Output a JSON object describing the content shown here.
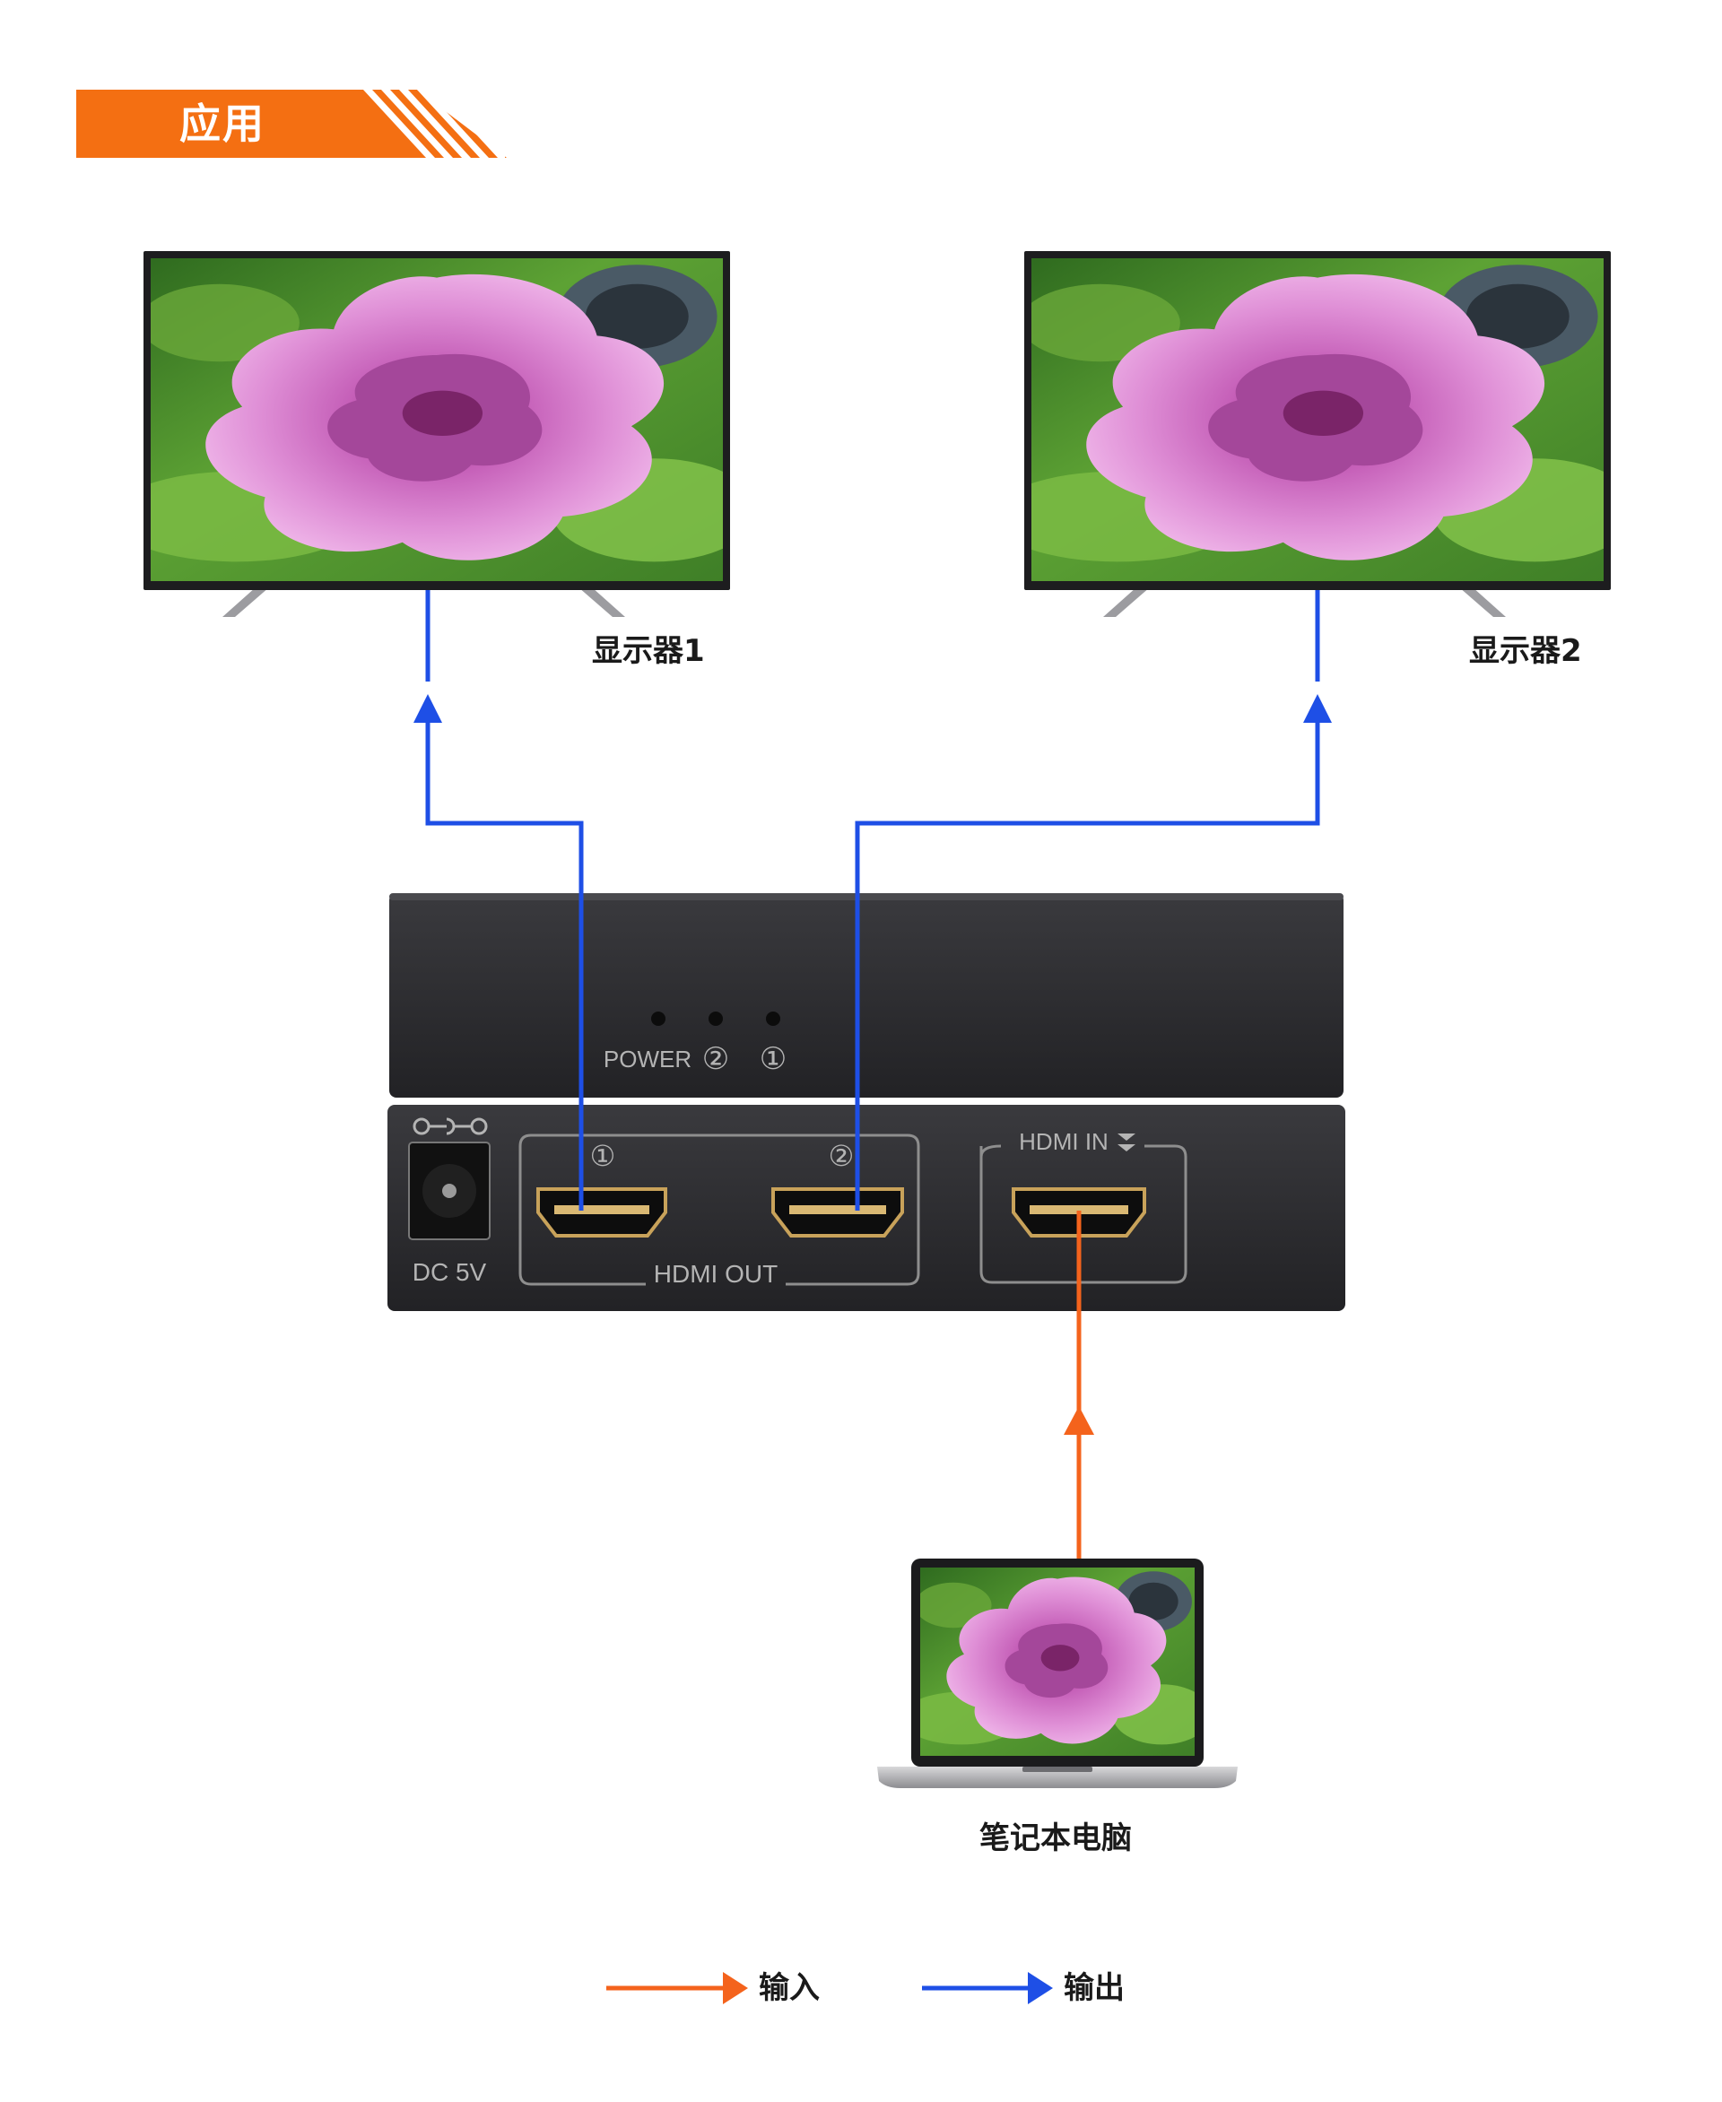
{
  "header": {
    "title": "应用",
    "color": "#f46f12"
  },
  "devices": {
    "monitor1_label": "显示器1",
    "monitor2_label": "显示器2",
    "laptop_label": "笔记本电脑",
    "splitter": {
      "led_labels": [
        "POWER",
        "②",
        "①"
      ],
      "dc_label": "DC 5V",
      "out_group_label": "HDMI OUT",
      "out_port_labels": [
        "①",
        "②"
      ],
      "in_label": "HDMI IN"
    }
  },
  "legend": {
    "input_label": "输入",
    "output_label": "输出"
  },
  "colors": {
    "input_arrow": "#f4631c",
    "output_arrow": "#1e4fe6",
    "device_body": "#2a2a2d"
  }
}
